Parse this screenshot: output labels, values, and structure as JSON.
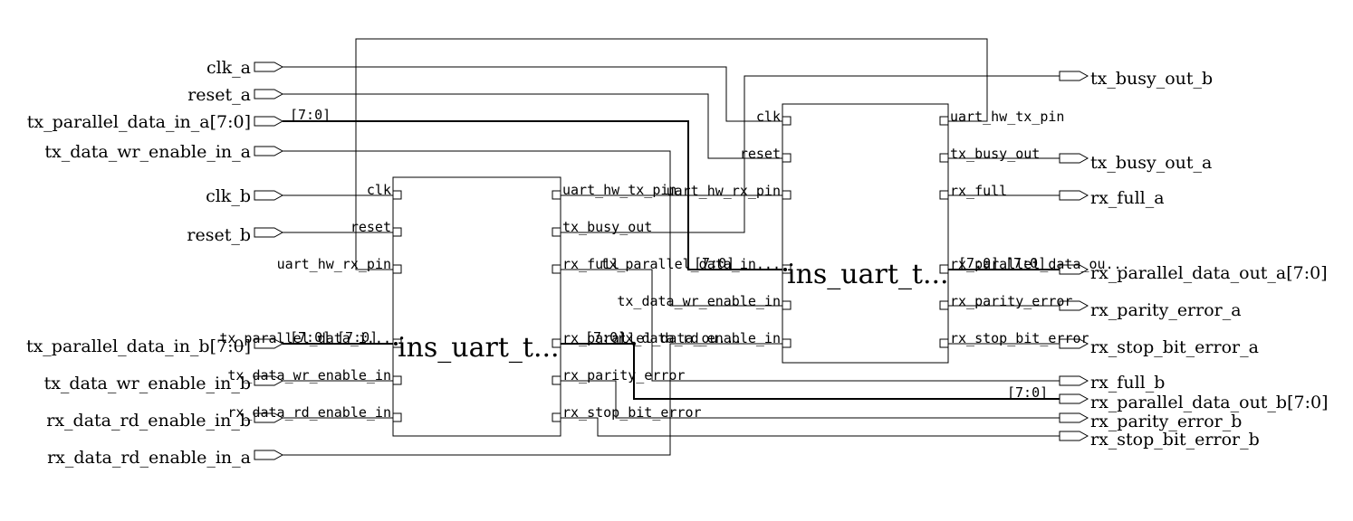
{
  "inputs": {
    "clk_a": "clk_a",
    "reset_a": "reset_a",
    "tx_parallel_data_in_a": "tx_parallel_data_in_a[7:0]",
    "tx_data_wr_enable_in_a": "tx_data_wr_enable_in_a",
    "clk_b": "clk_b",
    "reset_b": "reset_b",
    "tx_parallel_data_in_b": "tx_parallel_data_in_b[7:0]",
    "tx_data_wr_enable_in_b": "tx_data_wr_enable_in_b",
    "rx_data_rd_enable_in_b": "rx_data_rd_enable_in_b",
    "rx_data_rd_enable_in_a": "rx_data_rd_enable_in_a"
  },
  "outputs": {
    "tx_busy_out_b": "tx_busy_out_b",
    "tx_busy_out_a": "tx_busy_out_a",
    "rx_full_a": "rx_full_a",
    "rx_parallel_data_out_a": "rx_parallel_data_out_a[7:0]",
    "rx_parity_error_a": "rx_parity_error_a",
    "rx_stop_bit_error_a": "rx_stop_bit_error_a",
    "rx_full_b": "rx_full_b",
    "rx_parallel_data_out_b": "rx_parallel_data_out_b[7:0]",
    "rx_parity_error_b": "rx_parity_error_b",
    "rx_stop_bit_error_b": "rx_stop_bit_error_b"
  },
  "blocks": {
    "b": {
      "name": "ins_uart_t...",
      "left_pins": [
        "clk",
        "reset",
        "uart_hw_rx_pin",
        "tx_parallel_data_i...",
        "tx_data_wr_enable_in",
        "rx_data_rd_enable_in"
      ],
      "right_pins": [
        "uart_hw_tx_pin",
        "tx_busy_out",
        "rx_full",
        "rx_parallel_data_ou...",
        "rx_parity_error",
        "rx_stop_bit_error"
      ]
    },
    "a": {
      "name": "ins_uart_t...",
      "left_pins": [
        "clk",
        "reset",
        "uart_hw_rx_pin",
        "tx_parallel_data_in...",
        "tx_data_wr_enable_in",
        "rx_data_rd_enable_in"
      ],
      "right_pins": [
        "uart_hw_tx_pin",
        "tx_busy_out",
        "rx_full",
        "rx_parallel_data_ou...",
        "rx_parity_error",
        "rx_stop_bit_error"
      ]
    }
  },
  "bus_labels": {
    "label": "[7:0]"
  }
}
